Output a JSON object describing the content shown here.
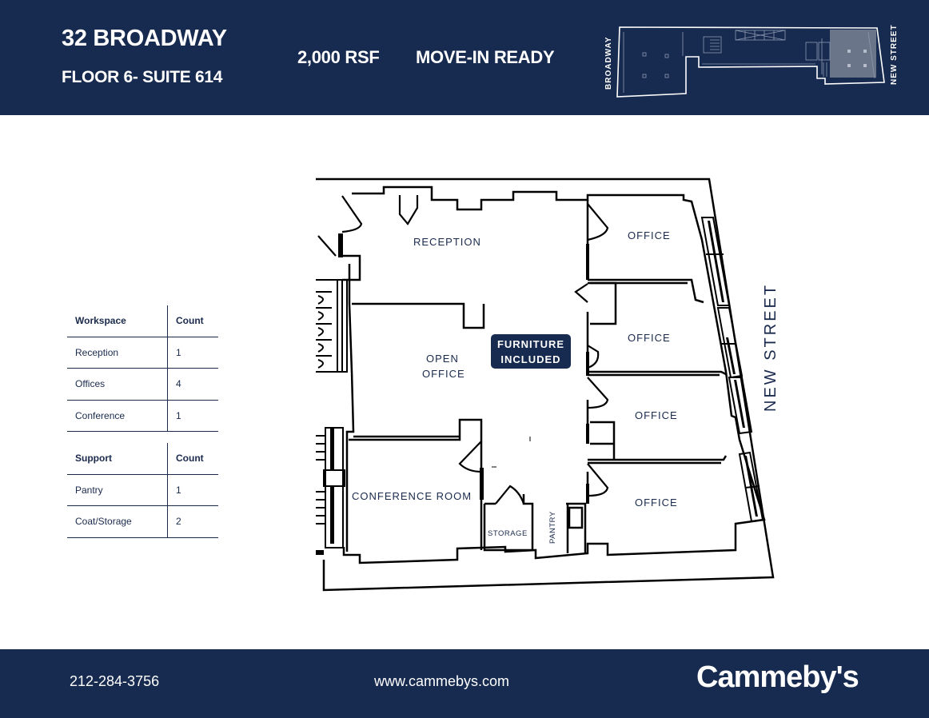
{
  "header": {
    "title": "32 BROADWAY",
    "subtitle": "FLOOR 6- SUITE 614",
    "size": "2,000 RSF",
    "status": "MOVE-IN READY",
    "keyplan": {
      "left_label": "BROADWAY",
      "right_label": "NEW STREET"
    }
  },
  "tables": {
    "workspace": {
      "headers": [
        "Workspace",
        "Count"
      ],
      "rows": [
        {
          "name": "Reception",
          "count": "1"
        },
        {
          "name": "Offices",
          "count": "4"
        },
        {
          "name": "Conference",
          "count": "1"
        }
      ]
    },
    "support": {
      "headers": [
        "Support",
        "Count"
      ],
      "rows": [
        {
          "name": "Pantry",
          "count": "1"
        },
        {
          "name": "Coat/Storage",
          "count": "2"
        }
      ]
    }
  },
  "floorplan": {
    "rooms": {
      "reception": "RECEPTION",
      "open_office_1": "OPEN",
      "open_office_2": "OFFICE",
      "office_1": "OFFICE",
      "office_2": "OFFICE",
      "office_3": "OFFICE",
      "office_4": "OFFICE",
      "conference": "CONFERENCE ROOM",
      "storage": "STORAGE",
      "pantry": "PANTRY"
    },
    "badge": {
      "line1": "FURNITURE",
      "line2": "INCLUDED"
    },
    "street_label": "NEW STREET"
  },
  "footer": {
    "phone": "212-284-3756",
    "website": "www.cammebys.com",
    "brand": "Cammeby's"
  },
  "colors": {
    "navy": "#172a4f",
    "text": "#1a2a4c",
    "keyplan_highlight": "#6b7589"
  }
}
